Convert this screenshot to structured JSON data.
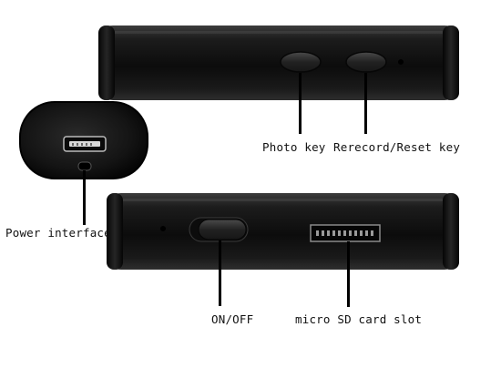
{
  "labels": {
    "photo_key": "Photo key",
    "rerecord_reset_key": "Rerecord/Reset key",
    "power_interface": "Power interface",
    "on_off": "ON/OFF",
    "micro_sd_slot": "micro SD card slot"
  },
  "colors": {
    "body_dark": "#111111",
    "body_mid": "#2a2a2a",
    "highlight": "#5a5a5a",
    "background": "#ffffff"
  }
}
